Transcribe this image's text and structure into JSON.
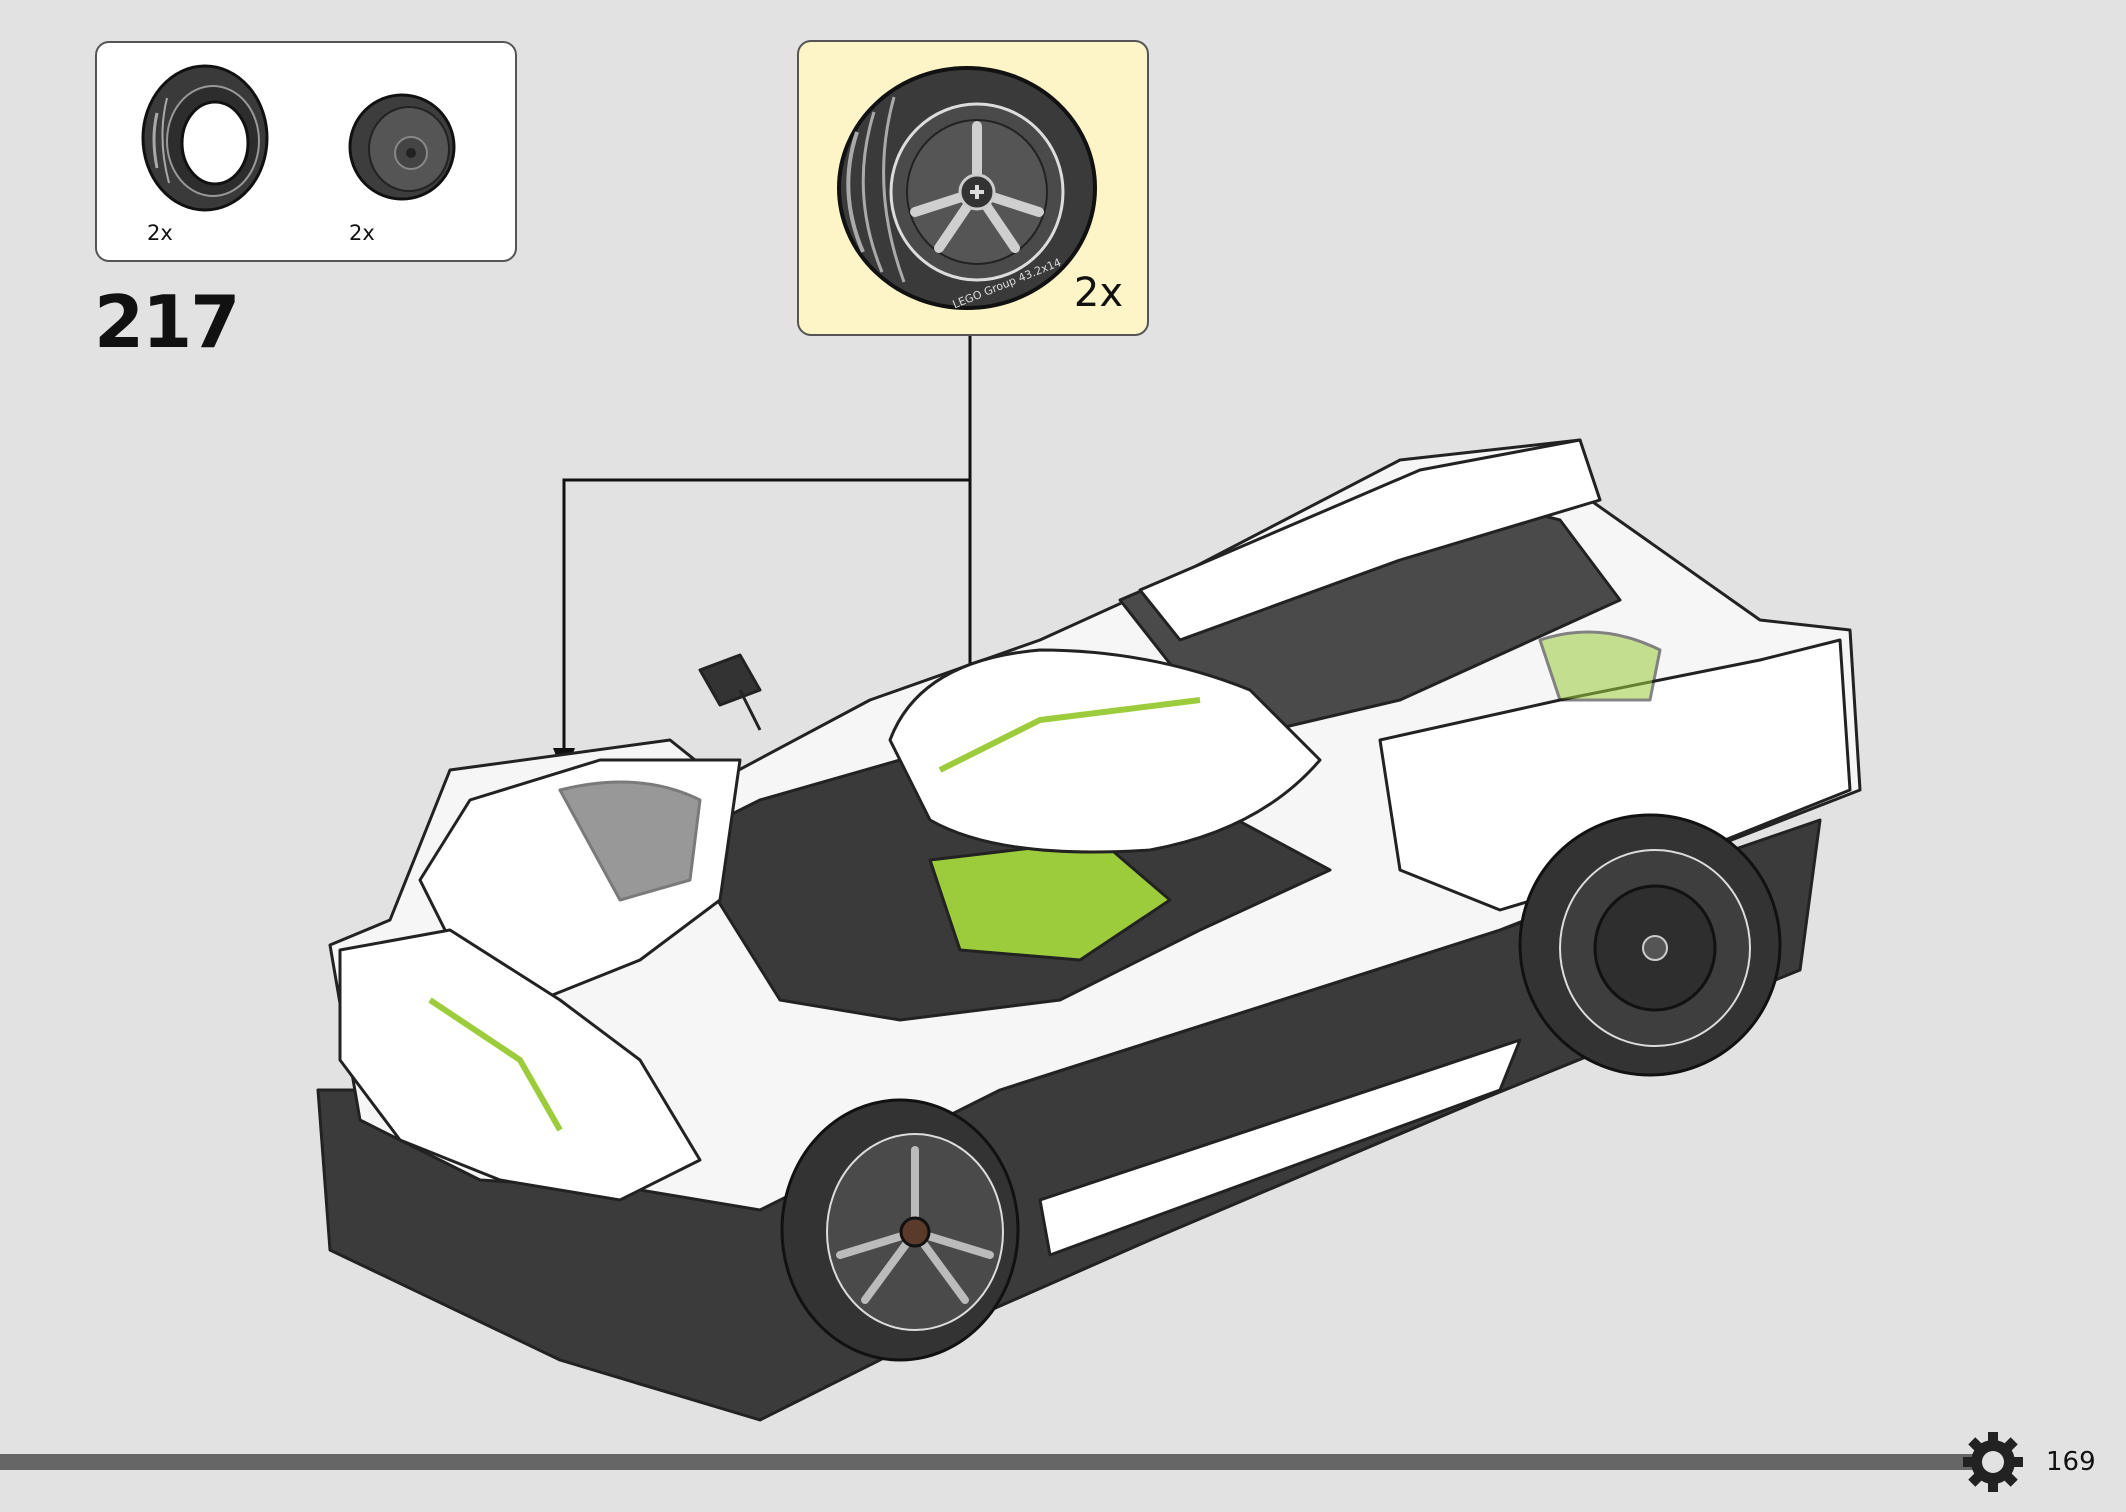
{
  "step": {
    "number": "217"
  },
  "parts_list": [
    {
      "part": "tire",
      "icon": "tire-icon",
      "quantity": "2x"
    },
    {
      "part": "rim",
      "icon": "rim-icon",
      "quantity": "2x"
    }
  ],
  "sub_assembly": {
    "part": "wheel-with-tire",
    "icon": "wheel-icon",
    "quantity": "2x",
    "tire_text": "LEGO Group 43.2x14"
  },
  "footer": {
    "page_number": "169",
    "icon": "gear-icon"
  },
  "colors": {
    "background": "#e2e2e2",
    "sub_assembly_background": "#fdf4c8",
    "accent_green": "#9ccc3c",
    "bar": "#666666"
  }
}
